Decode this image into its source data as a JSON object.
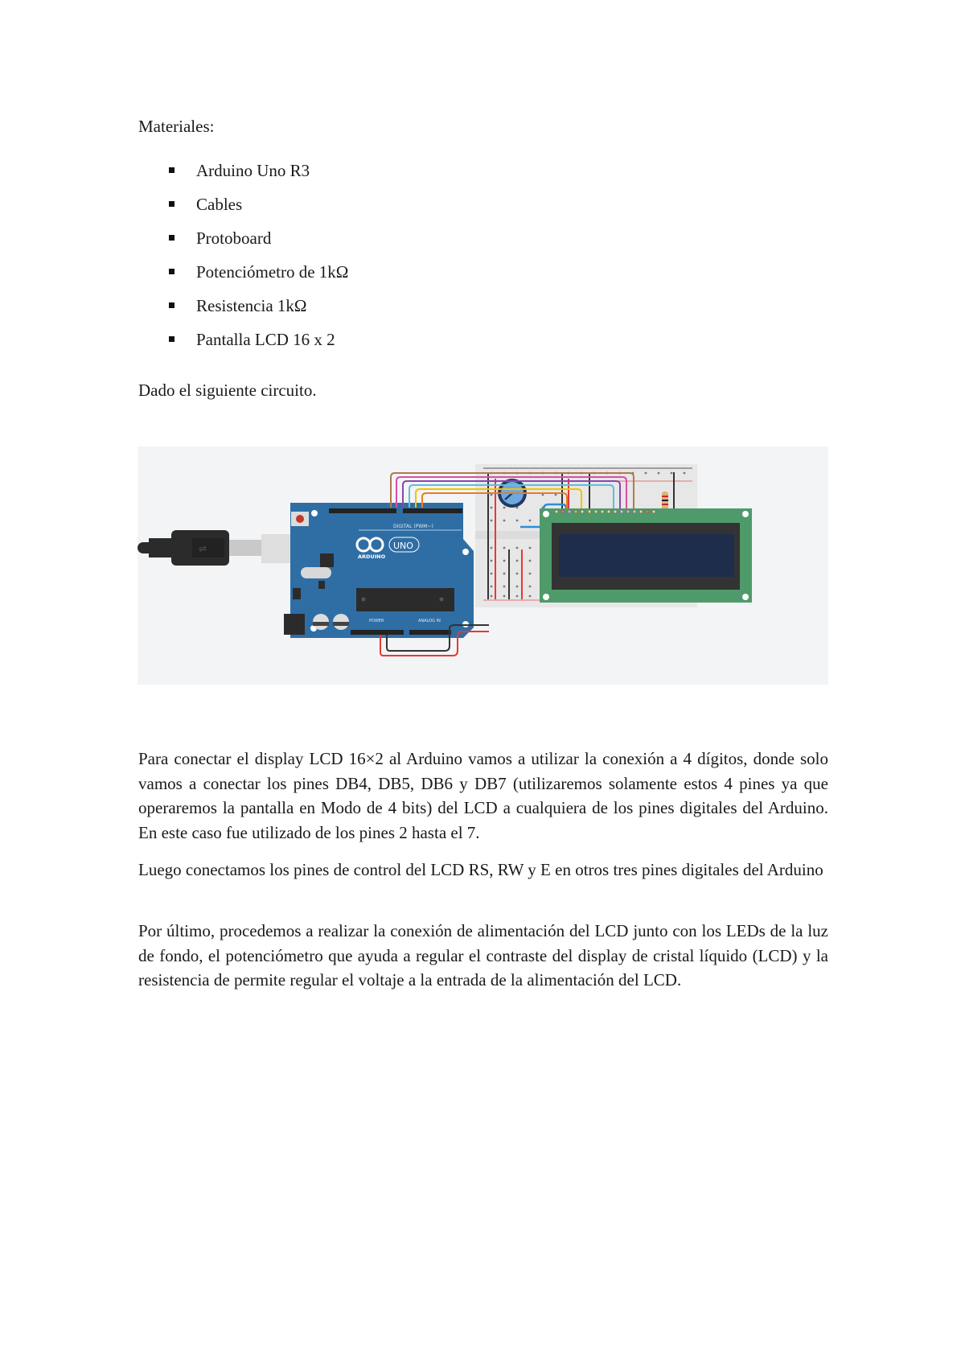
{
  "document": {
    "materials_heading": "Materiales:",
    "materials": [
      "Arduino Uno R3",
      "Cables",
      "Protoboard",
      "Potenciómetro de 1kΩ",
      "Resistencia 1kΩ",
      "Pantalla LCD 16 x 2"
    ],
    "intro": "Dado el siguiente circuito.",
    "figure": {
      "description": "Circuito Arduino Uno con pantalla LCD 16x2, potenciómetro y resistencia en protoboard",
      "board_logo": "ARDUINO",
      "board_model": "UNO",
      "header_label": "DIGITAL (PWM~)",
      "power_label": "POWER",
      "analog_label": "ANALOG IN",
      "colors": {
        "background": "#f3f4f6",
        "arduino_blue": "#2f6ea5",
        "lcd_green": "#4f9a6a",
        "lcd_screen": "#1f2d4d",
        "wire_brown": "#b07a4a",
        "wire_pink": "#d94fa6",
        "wire_purple": "#8e44ad",
        "wire_cyan": "#5bc0de",
        "wire_yellow": "#f2c200",
        "wire_orange": "#e67e22",
        "wire_red": "#e53935",
        "wire_black": "#333333",
        "wire_blue": "#2a8fd6"
      }
    },
    "paragraphs": [
      "Para conectar el display LCD 16×2 al Arduino vamos a utilizar la conexión a 4 dígitos, donde solo vamos a conectar los pines DB4, DB5, DB6 y DB7 (utilizaremos solamente estos 4 pines ya que operaremos la pantalla en Modo de 4 bits) del LCD a cualquiera de los pines digitales del Arduino. En este caso fue utilizado de los pines 2 hasta el 7.",
      "Luego conectamos los pines de control del LCD RS, RW y E en otros tres pines digitales del Arduino",
      "Por último, procedemos a realizar la conexión de alimentación del LCD junto con los LEDs de la luz de fondo, el potenciómetro que ayuda a regular el contraste del display de cristal líquido (LCD) y la resistencia de permite regular el voltaje a la entrada de la alimentación del LCD."
    ]
  }
}
